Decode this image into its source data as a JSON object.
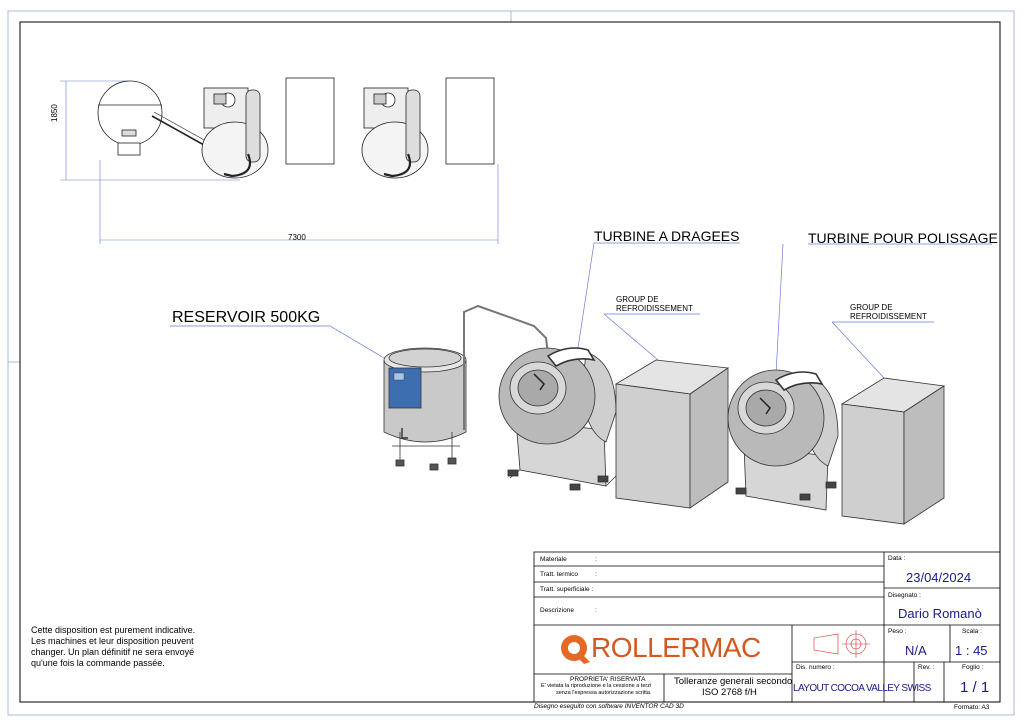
{
  "dimensions": {
    "height": "1850",
    "width": "7300"
  },
  "labels": {
    "turbine_dragees": "TURBINE A DRAGEES",
    "turbine_polissage": "TURBINE POUR POLISSAGE",
    "reservoir": "RESERVOIR 500KG",
    "group_cooling_1": [
      "GROUP DE",
      "REFROIDISSEMENT"
    ],
    "group_cooling_2": [
      "GROUP DE",
      "REFROIDISSEMENT"
    ]
  },
  "note": [
    "Cette disposition est purement indicative.",
    "Les machines et leur disposition peuvent",
    "changer. Un plan définitif ne sera envoyé",
    "qu'une fois la commande passée."
  ],
  "title_block": {
    "materiale": "Materiale",
    "tratt_termico": "Tratt. termico",
    "tratt_superficiale": "Tratt. superficiale :",
    "descrizione": "Descrizione",
    "colon": ":",
    "data_label": "Data :",
    "data_value": "23/04/2024",
    "disegnato_label": "Disegnato :",
    "disegnato_value": "Dario Romanò",
    "peso_label": "Peso :",
    "peso_value": "N/A",
    "scala_label": "Scala :",
    "scala_value": "1 : 45",
    "foglio_label": "Foglio :",
    "foglio_value": "1 / 1",
    "dis_numero_label": "Dis. numero :",
    "dis_numero_value": "LAYOUT COCOA VALLEY SWISS",
    "rev_label": "Rev. :",
    "logo_text": "ROLLERMAC",
    "proprieta": [
      "PROPRIETA' RISERVATA",
      "E' vietata la riproduzione e la cessione a terzi",
      "senza l'espressa autorizzazione scritta."
    ],
    "tolleranze": [
      "Tolleranze generali secondo",
      "ISO 2768 f/H"
    ],
    "software": "Disegno eseguito con software INVENTOR CAD 3D",
    "formato": "Formato: A3"
  }
}
